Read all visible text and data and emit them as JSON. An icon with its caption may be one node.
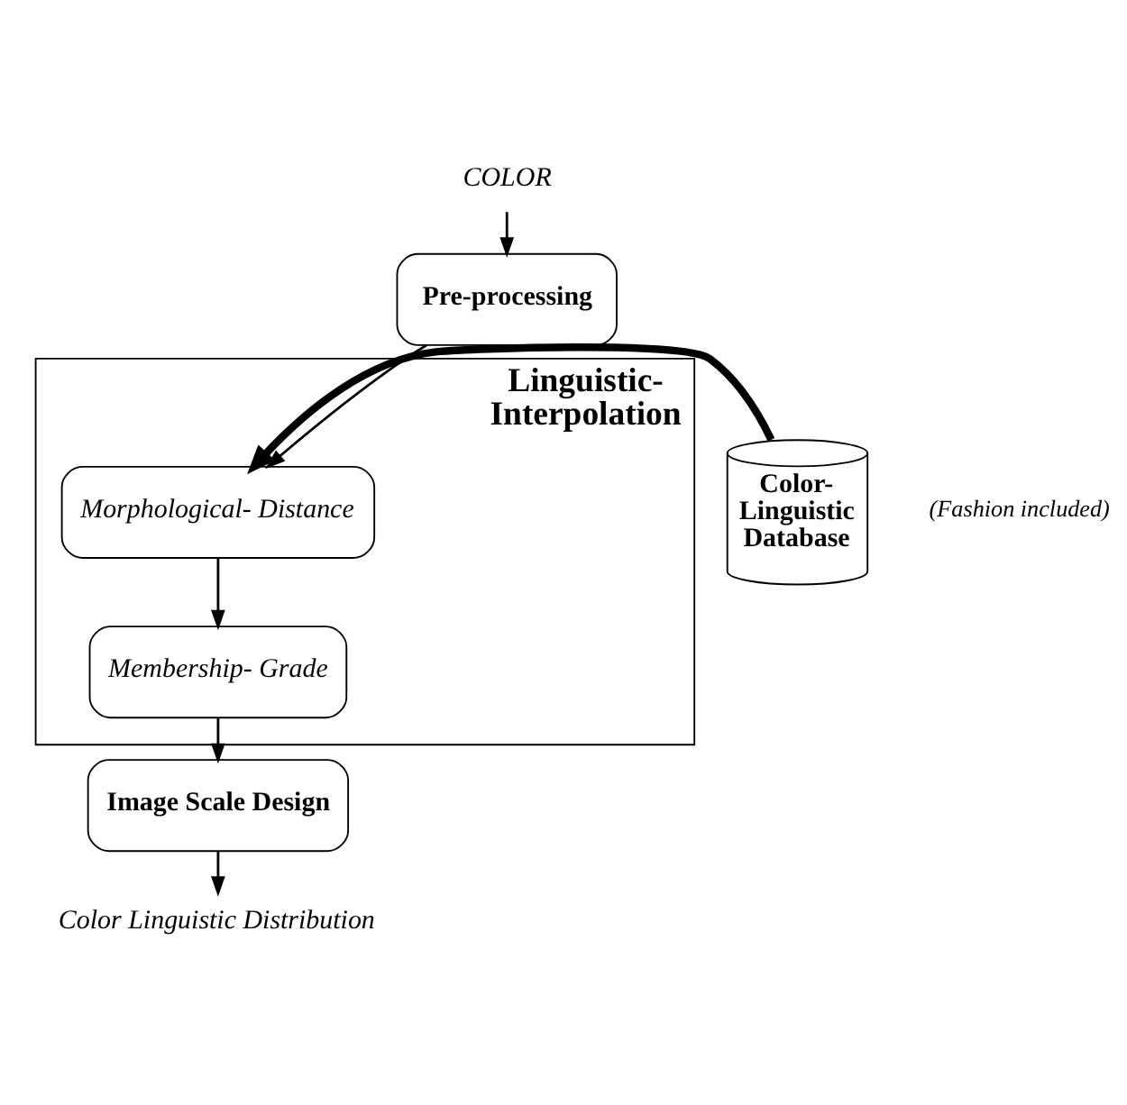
{
  "diagram": {
    "nodes": [
      {
        "text": [
          "COLOR"
        ]
      },
      {
        "text": [
          "Pre-processing"
        ]
      },
      {
        "text": [
          "Linguistic- Interpolation"
        ]
      },
      {
        "text": [
          "Morphological- Distance"
        ],
        "in": 2
      },
      {
        "text": [
          "Membership- Grade"
        ],
        "in": 2
      },
      {
        "text": [
          "Image Scale Design"
        ]
      },
      {
        "text": [
          "Color-Linguistic Database"
        ],
        "beside": [
          "(Fashion included)"
        ]
      },
      {
        "text": [
          "Color Linguistic Distribution"
        ]
      }
    ],
    "edges": [
      {
        "from": 0,
        "to": 1,
        "arrow": "to"
      },
      {
        "from": 1,
        "to": 3,
        "arrow": "to"
      },
      {
        "from": 6,
        "to": 3,
        "arrow": "to",
        "style": "thick"
      },
      {
        "from": 3,
        "to": 4,
        "arrow": "to"
      },
      {
        "from": 4,
        "to": 5,
        "arrow": "to"
      },
      {
        "from": 5,
        "to": 7,
        "arrow": "to"
      }
    ]
  }
}
